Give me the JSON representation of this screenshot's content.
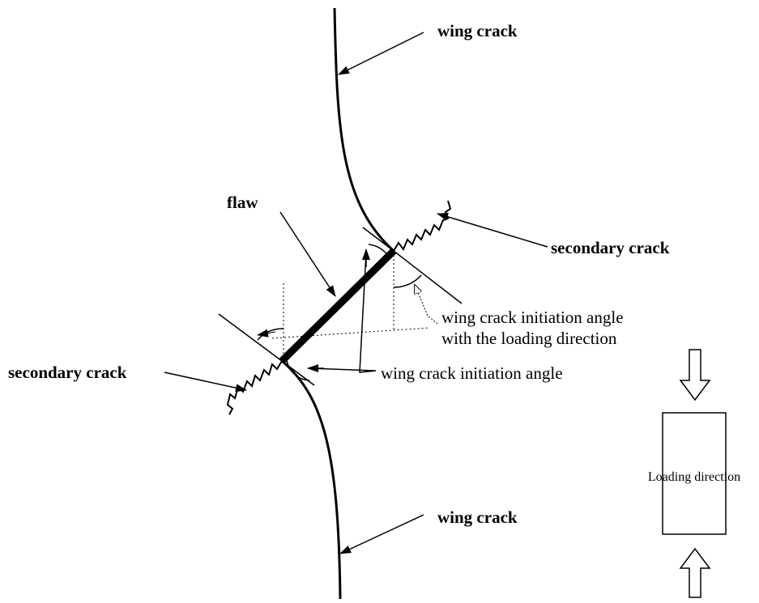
{
  "labels": {
    "wing_crack_top": "wing crack",
    "wing_crack_bottom": "wing crack",
    "flaw": "flaw",
    "secondary_crack_right": "secondary crack",
    "secondary_crack_left": "secondary crack",
    "initiation_angle_loading_line1": "wing crack initiation angle",
    "initiation_angle_loading_line2": "with the loading direction",
    "initiation_angle": "wing crack initiation angle",
    "loading_direction": "Loading direction"
  }
}
